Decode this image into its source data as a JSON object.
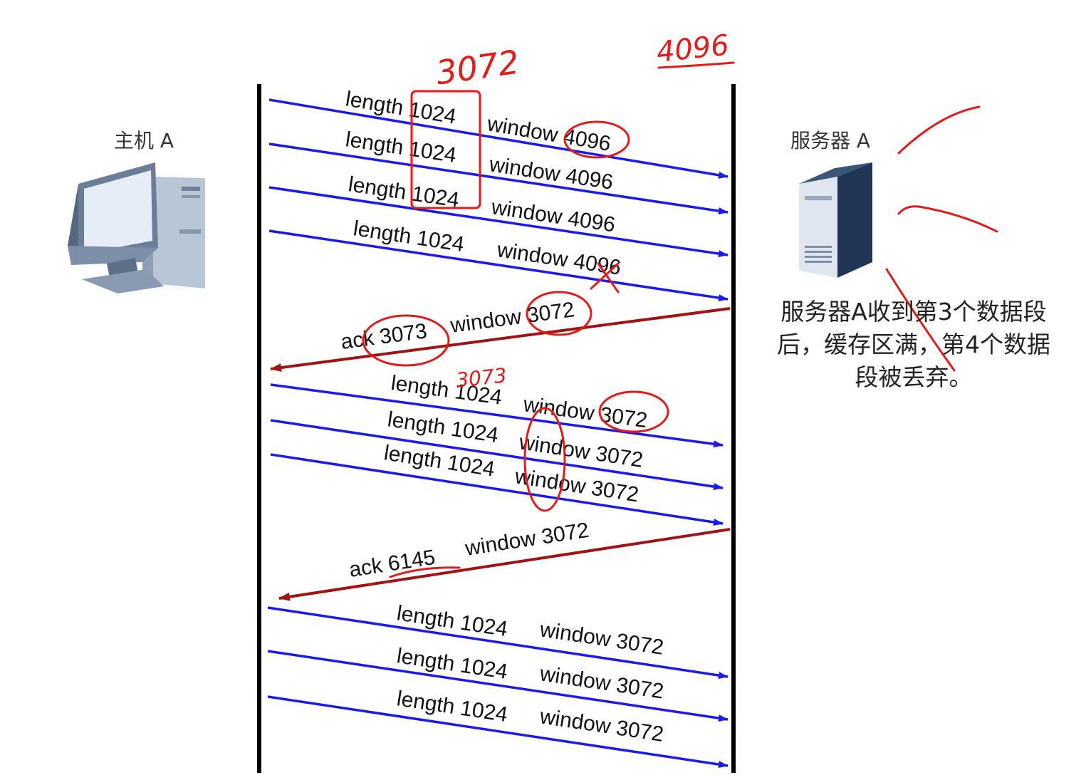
{
  "host_label": "主机 A",
  "server_label": "服务器 A",
  "note": "服务器A收到第3个数据段后，缓存区满，第4个数据段被丢弃。",
  "colors": {
    "data_arrow": "#1a1aee",
    "ack_arrow": "#a01414",
    "timeline": "#000000",
    "annotation": "#e21b1b"
  },
  "messages": [
    {
      "dir": "to-server",
      "text1": "length 1024",
      "text2": "window 4096"
    },
    {
      "dir": "to-server",
      "text1": "length 1024",
      "text2": "window 4096"
    },
    {
      "dir": "to-server",
      "text1": "length 1024",
      "text2": "window 4096"
    },
    {
      "dir": "to-server",
      "text1": "length 1024",
      "text2": "window 4096"
    },
    {
      "dir": "to-host",
      "text1": "ack 3073",
      "text2": "window 3072"
    },
    {
      "dir": "to-server",
      "text1": "length 1024",
      "text2": "window 3072"
    },
    {
      "dir": "to-server",
      "text1": "length 1024",
      "text2": "window 3072"
    },
    {
      "dir": "to-server",
      "text1": "length 1024",
      "text2": "window 3072"
    },
    {
      "dir": "to-host",
      "text1": "ack 6145",
      "text2": "window 3072"
    },
    {
      "dir": "to-server",
      "text1": "length 1024",
      "text2": "window 3072"
    },
    {
      "dir": "to-server",
      "text1": "length 1024",
      "text2": "window 3072"
    },
    {
      "dir": "to-server",
      "text1": "length 1024",
      "text2": "window 3072"
    }
  ],
  "annotations": [
    {
      "text": "3072"
    },
    {
      "text": "4096"
    },
    {
      "text": "3073"
    }
  ]
}
